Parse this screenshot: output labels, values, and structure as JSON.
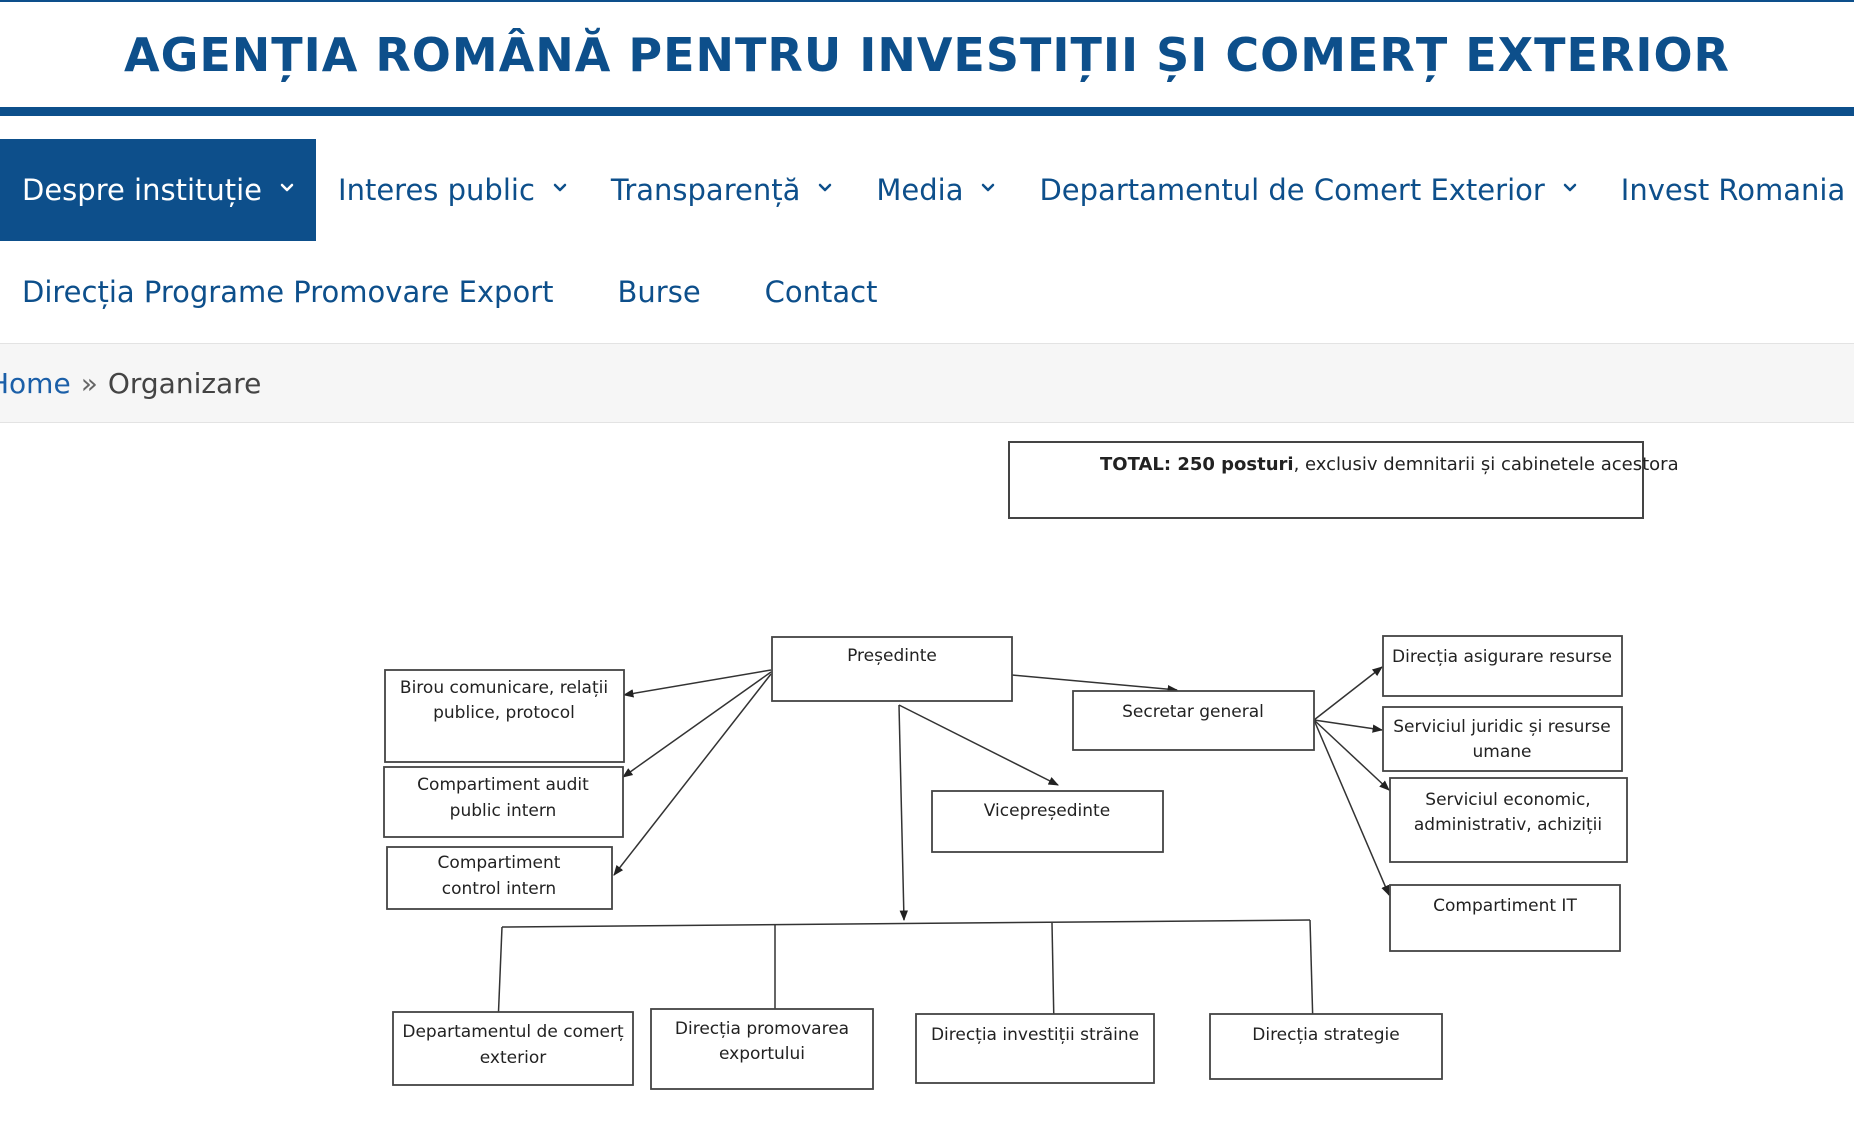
{
  "site": {
    "title": "AGENȚIA ROMÂNĂ PENTRU INVESTIȚII ȘI COMERȚ EXTERIOR"
  },
  "nav": {
    "row1": [
      {
        "label": "Despre instituție",
        "dropdown": true,
        "active": true
      },
      {
        "label": "Interes public",
        "dropdown": true
      },
      {
        "label": "Transparență",
        "dropdown": true
      },
      {
        "label": "Media",
        "dropdown": true
      },
      {
        "label": "Departamentul de Comert Exterior",
        "dropdown": true
      },
      {
        "label": "Invest Romania"
      }
    ],
    "row2": [
      {
        "label": "Direcția Programe Promovare Export"
      },
      {
        "label": "Burse"
      },
      {
        "label": "Contact"
      }
    ]
  },
  "breadcrumb": {
    "home": "Home",
    "separator": "»",
    "current": "Organizare"
  },
  "org_chart": {
    "total_bold": "TOTAL: 250 posturi",
    "total_rest": ", exclusiv demnitarii și cabinetele acestora",
    "presedinte": "Președinte",
    "secretar": "Secretar general",
    "vicepresedinte": "Vicepreședinte",
    "birou": [
      "Birou comunicare, relații",
      "publice, protocol"
    ],
    "audit": [
      "Compartiment audit",
      "public intern"
    ],
    "control": [
      "Compartiment",
      "control intern"
    ],
    "dir_resurse": "Direcția asigurare resurse",
    "juridic": [
      "Serviciul juridic și resurse",
      "umane"
    ],
    "economic": [
      "Serviciul economic,",
      "administrativ, achiziții"
    ],
    "it": "Compartiment IT",
    "dept_comert": [
      "Departamentul de comerț",
      "exterior"
    ],
    "promovare": [
      "Direcția promovarea",
      "exportului"
    ],
    "investitii": "Direcția investiții străine",
    "strategie": "Direcția strategie"
  },
  "colors": {
    "brand": "#0d4f8b",
    "link": "#1b5fa8"
  }
}
